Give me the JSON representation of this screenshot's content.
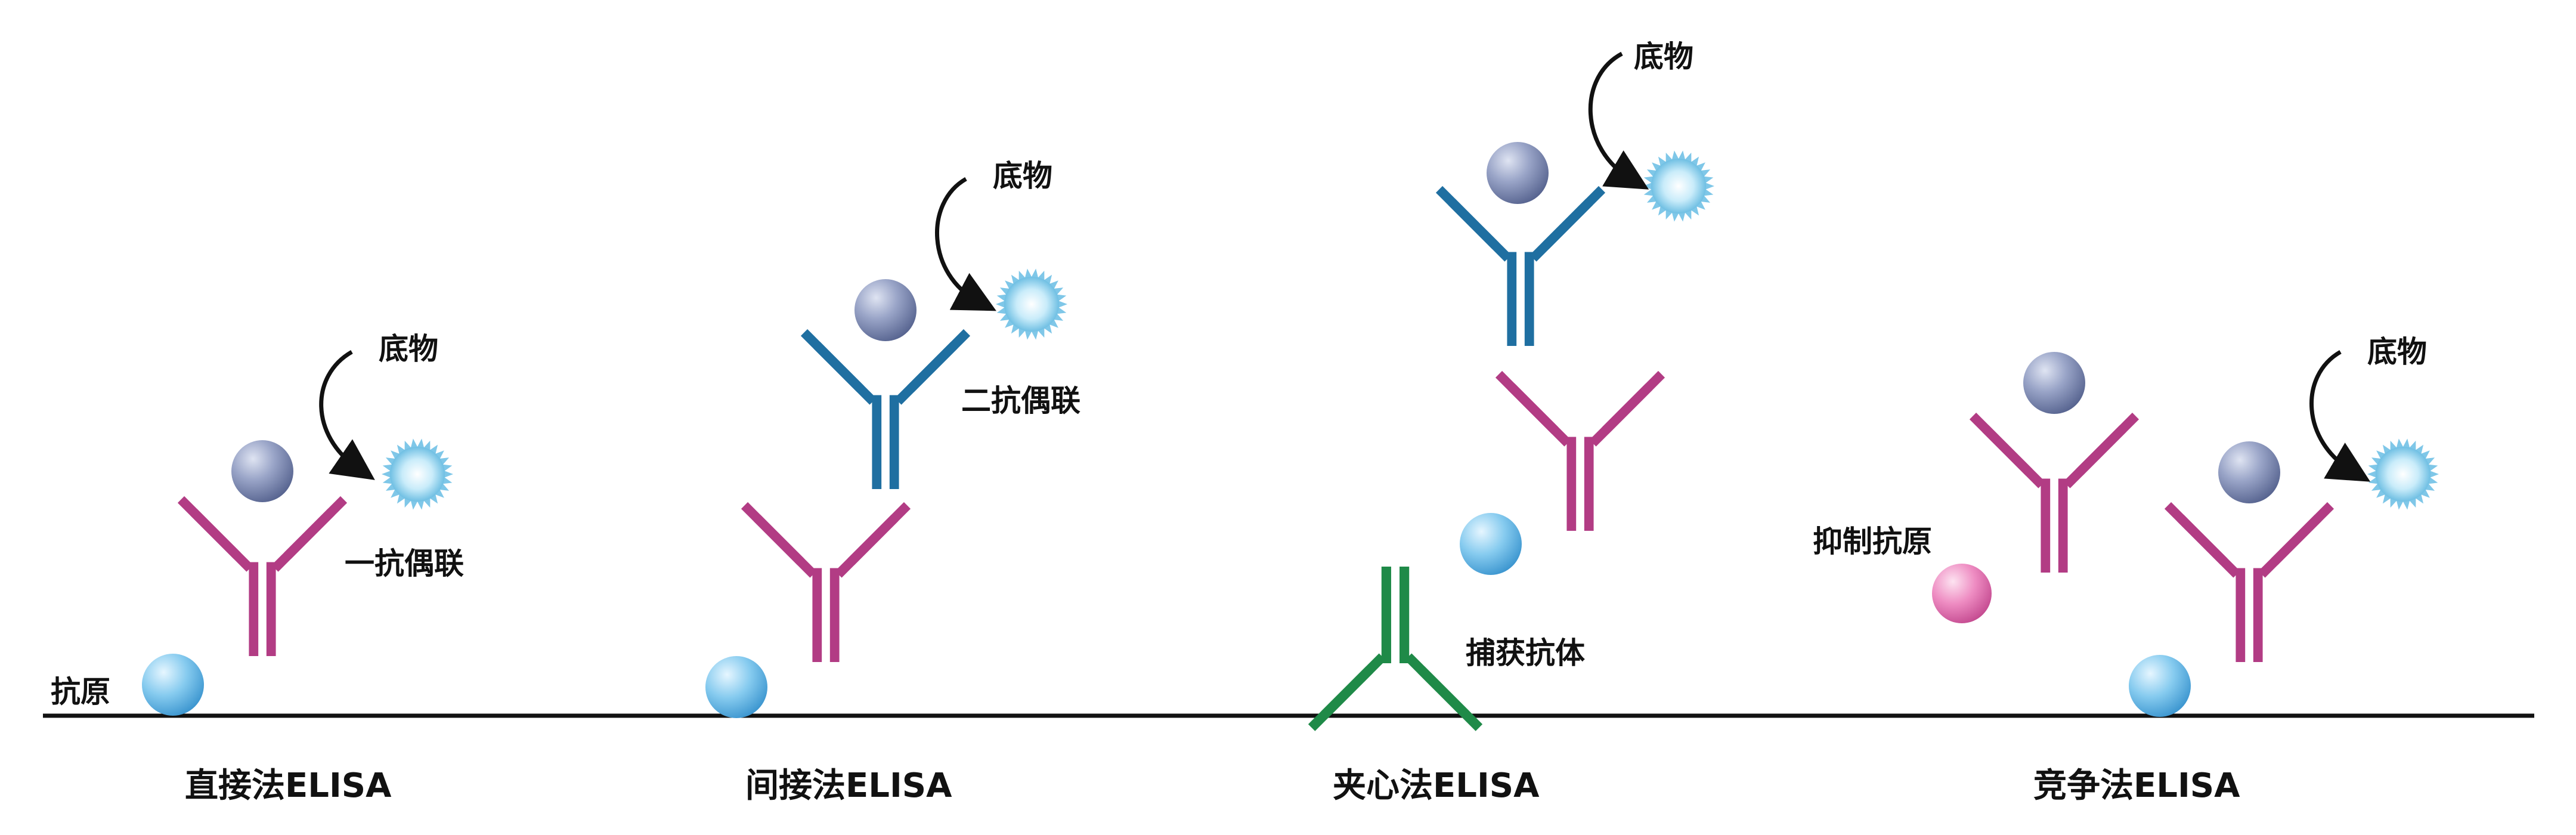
{
  "colors": {
    "primary_antibody": "#b23c84",
    "secondary_antibody": "#1f6fa1",
    "capture_antibody": "#1f8a48",
    "antigen": "#7ec6ec",
    "inhibitor_antigen": "#e777b5",
    "enzyme": "#7e8cb4",
    "substrate": "#aee0f3",
    "baseline": "#111111"
  },
  "panels": {
    "direct": {
      "title": "直接法ELISA",
      "antigen_label": "抗原",
      "conjugate_label": "一抗偶联",
      "substrate_label": "底物"
    },
    "indirect": {
      "title": "间接法ELISA",
      "conjugate_label": "二抗偶联",
      "substrate_label": "底物"
    },
    "sandwich": {
      "title": "夹心法ELISA",
      "capture_label": "捕获抗体",
      "substrate_label": "底物"
    },
    "competitive": {
      "title": "竞争法ELISA",
      "inhibitor_label": "抑制抗原",
      "substrate_label": "底物"
    }
  }
}
